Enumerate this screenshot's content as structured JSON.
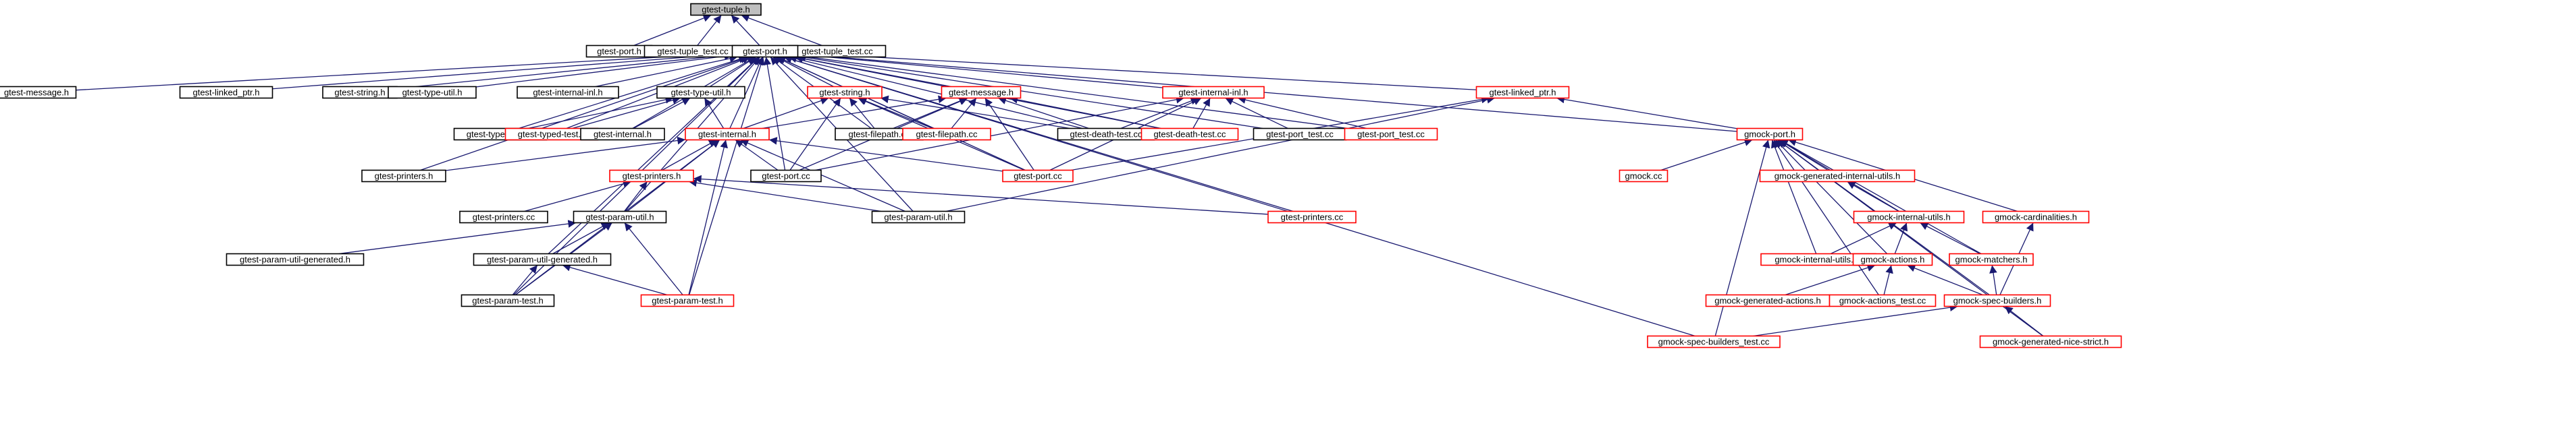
{
  "colors": {
    "root_fill": "#bfbfbf",
    "node_fill": "#ffffff",
    "black_border": "#000000",
    "red_border": "#ff0000",
    "edge": "#191970"
  },
  "nodes": [
    {
      "id": "n_root",
      "label": "gtest-tuple.h",
      "border": "black",
      "root": true
    },
    {
      "id": "n_port0",
      "label": "gtest-port.h",
      "border": "black"
    },
    {
      "id": "n_tupletestcc1",
      "label": "gtest-tuple_test.cc",
      "border": "black"
    },
    {
      "id": "n_tupletestcc2",
      "label": "gtest-tuple_test.cc",
      "border": "black"
    },
    {
      "id": "n_port",
      "label": "gtest-port.h",
      "border": "black"
    },
    {
      "id": "n_message",
      "label": "gtest-message.h",
      "border": "black"
    },
    {
      "id": "n_linked1",
      "label": "gtest-linked_ptr.h",
      "border": "black"
    },
    {
      "id": "n_string",
      "label": "gtest-string.h",
      "border": "black"
    },
    {
      "id": "n_typeutil1",
      "label": "gtest-type-util.h",
      "border": "black"
    },
    {
      "id": "n_internalinl1",
      "label": "gtest-internal-inl.h",
      "border": "black"
    },
    {
      "id": "n_typeutil2",
      "label": "gtest-type-util.h",
      "border": "black"
    },
    {
      "id": "n_stringred",
      "label": "gtest-string.h",
      "border": "red"
    },
    {
      "id": "n_messagered",
      "label": "gtest-message.h",
      "border": "red"
    },
    {
      "id": "n_internalinlred",
      "label": "gtest-internal-inl.h",
      "border": "red"
    },
    {
      "id": "n_linked2",
      "label": "gtest-linked_ptr.h",
      "border": "red"
    },
    {
      "id": "n_typedtest",
      "label": "gtest-typed-test.h",
      "border": "black"
    },
    {
      "id": "n_typedtestred",
      "label": "gtest-typed-test.h",
      "border": "red"
    },
    {
      "id": "n_internal",
      "label": "gtest-internal.h",
      "border": "black"
    },
    {
      "id": "n_filepath",
      "label": "gtest-filepath.cc",
      "border": "black"
    },
    {
      "id": "n_filepathred",
      "label": "gtest-filepath.cc",
      "border": "red"
    },
    {
      "id": "n_deathtest",
      "label": "gtest-death-test.cc",
      "border": "black"
    },
    {
      "id": "n_deathtestred",
      "label": "gtest-death-test.cc",
      "border": "red"
    },
    {
      "id": "n_porttest",
      "label": "gtest-port_test.cc",
      "border": "black"
    },
    {
      "id": "n_porttestred",
      "label": "gtest-port_test.cc",
      "border": "red"
    },
    {
      "id": "n_gmockport",
      "label": "gmock-port.h",
      "border": "red"
    },
    {
      "id": "n_internalred",
      "label": "gtest-internal.h",
      "border": "red"
    },
    {
      "id": "n_printers",
      "label": "gtest-printers.h",
      "border": "black"
    },
    {
      "id": "n_portcc",
      "label": "gtest-port.cc",
      "border": "black"
    },
    {
      "id": "n_portccred",
      "label": "gtest-port.cc",
      "border": "red"
    },
    {
      "id": "n_printersred",
      "label": "gtest-printers.h",
      "border": "red"
    },
    {
      "id": "n_gmockcc",
      "label": "gmock.cc",
      "border": "red"
    },
    {
      "id": "n_gmockgeninternal",
      "label": "gmock-generated-internal-utils.h",
      "border": "red"
    },
    {
      "id": "n_printerscc",
      "label": "gtest-printers.cc",
      "border": "black"
    },
    {
      "id": "n_paramutil1",
      "label": "gtest-param-util.h",
      "border": "black"
    },
    {
      "id": "n_paramutil2",
      "label": "gtest-param-util.h",
      "border": "black"
    },
    {
      "id": "n_printersccred",
      "label": "gtest-printers.cc",
      "border": "red"
    },
    {
      "id": "n_gmockinternalutils",
      "label": "gmock-internal-utils.h",
      "border": "red"
    },
    {
      "id": "n_gmockcard",
      "label": "gmock-cardinalities.h",
      "border": "red"
    },
    {
      "id": "n_paramutilgen1",
      "label": "gtest-param-util-generated.h",
      "border": "black"
    },
    {
      "id": "n_paramutilgen2",
      "label": "gtest-param-util-generated.h",
      "border": "black"
    },
    {
      "id": "n_gmockinternalutilscc",
      "label": "gmock-internal-utils.cc",
      "border": "red"
    },
    {
      "id": "n_gmockactions",
      "label": "gmock-actions.h",
      "border": "red"
    },
    {
      "id": "n_gmockmatchers",
      "label": "gmock-matchers.h",
      "border": "red"
    },
    {
      "id": "n_paramtest1",
      "label": "gtest-param-test.h",
      "border": "black"
    },
    {
      "id": "n_paramtestred",
      "label": "gtest-param-test.h",
      "border": "red"
    },
    {
      "id": "n_gmockgenactions",
      "label": "gmock-generated-actions.h",
      "border": "red"
    },
    {
      "id": "n_gmockactionstest",
      "label": "gmock-actions_test.cc",
      "border": "red"
    },
    {
      "id": "n_gmockspecbuilders",
      "label": "gmock-spec-builders.h",
      "border": "red"
    },
    {
      "id": "n_gmockspecbuilderstest",
      "label": "gmock-spec-builders_test.cc",
      "border": "red"
    },
    {
      "id": "n_gmockgennicestrict",
      "label": "gmock-generated-nice-strict.h",
      "border": "red"
    }
  ],
  "edges": [
    [
      "n_port0",
      "n_root"
    ],
    [
      "n_tupletestcc1",
      "n_root"
    ],
    [
      "n_port",
      "n_root"
    ],
    [
      "n_tupletestcc2",
      "n_root"
    ],
    [
      "n_message",
      "n_port"
    ],
    [
      "n_linked1",
      "n_port"
    ],
    [
      "n_string",
      "n_port"
    ],
    [
      "n_typeutil1",
      "n_port"
    ],
    [
      "n_internalinl1",
      "n_port"
    ],
    [
      "n_typeutil2",
      "n_port"
    ],
    [
      "n_stringred",
      "n_port"
    ],
    [
      "n_messagered",
      "n_port"
    ],
    [
      "n_internalinlred",
      "n_port"
    ],
    [
      "n_linked2",
      "n_port"
    ],
    [
      "n_typedtest",
      "n_port"
    ],
    [
      "n_typedtestred",
      "n_port"
    ],
    [
      "n_internal",
      "n_port"
    ],
    [
      "n_internalred",
      "n_port"
    ],
    [
      "n_filepath",
      "n_port"
    ],
    [
      "n_filepathred",
      "n_port"
    ],
    [
      "n_deathtest",
      "n_port"
    ],
    [
      "n_deathtestred",
      "n_port"
    ],
    [
      "n_porttest",
      "n_port"
    ],
    [
      "n_porttestred",
      "n_port"
    ],
    [
      "n_gmockport",
      "n_port"
    ],
    [
      "n_printers",
      "n_port"
    ],
    [
      "n_portcc",
      "n_port"
    ],
    [
      "n_portccred",
      "n_port"
    ],
    [
      "n_paramutil1",
      "n_port"
    ],
    [
      "n_paramutil2",
      "n_port"
    ],
    [
      "n_paramutilgen2",
      "n_port"
    ],
    [
      "n_paramtest1",
      "n_port"
    ],
    [
      "n_paramtestred",
      "n_port"
    ],
    [
      "n_gmockspecbuilderstest",
      "n_port"
    ],
    [
      "n_printersccred",
      "n_port"
    ],
    [
      "n_typedtest",
      "n_typeutil2"
    ],
    [
      "n_typedtestred",
      "n_typeutil2"
    ],
    [
      "n_internal",
      "n_typeutil2"
    ],
    [
      "n_internalred",
      "n_typeutil2"
    ],
    [
      "n_internalred",
      "n_stringred"
    ],
    [
      "n_filepath",
      "n_stringred"
    ],
    [
      "n_filepathred",
      "n_stringred"
    ],
    [
      "n_deathtest",
      "n_stringred"
    ],
    [
      "n_portcc",
      "n_stringred"
    ],
    [
      "n_portccred",
      "n_stringred"
    ],
    [
      "n_internalred",
      "n_messagered"
    ],
    [
      "n_filepath",
      "n_messagered"
    ],
    [
      "n_filepathred",
      "n_messagered"
    ],
    [
      "n_deathtest",
      "n_messagered"
    ],
    [
      "n_deathtestred",
      "n_messagered"
    ],
    [
      "n_portcc",
      "n_messagered"
    ],
    [
      "n_portccred",
      "n_messagered"
    ],
    [
      "n_deathtest",
      "n_internalinlred"
    ],
    [
      "n_deathtestred",
      "n_internalinlred"
    ],
    [
      "n_porttest",
      "n_internalinlred"
    ],
    [
      "n_porttestred",
      "n_internalinlred"
    ],
    [
      "n_portcc",
      "n_internalinlred"
    ],
    [
      "n_portccred",
      "n_internalinlred"
    ],
    [
      "n_gmockport",
      "n_linked2"
    ],
    [
      "n_portccred",
      "n_linked2"
    ],
    [
      "n_paramutil2",
      "n_linked2"
    ],
    [
      "n_printers",
      "n_internalred"
    ],
    [
      "n_portcc",
      "n_internalred"
    ],
    [
      "n_portccred",
      "n_internalred"
    ],
    [
      "n_printersred",
      "n_internalred"
    ],
    [
      "n_paramutil1",
      "n_internalred"
    ],
    [
      "n_paramutil2",
      "n_internalred"
    ],
    [
      "n_paramtest1",
      "n_internalred"
    ],
    [
      "n_paramtestred",
      "n_internalred"
    ],
    [
      "n_printerscc",
      "n_printersred"
    ],
    [
      "n_paramutil1",
      "n_printersred"
    ],
    [
      "n_paramutil2",
      "n_printersred"
    ],
    [
      "n_printersccred",
      "n_printersred"
    ],
    [
      "n_paramutilgen1",
      "n_paramutil1"
    ],
    [
      "n_paramutilgen2",
      "n_paramutil1"
    ],
    [
      "n_paramtest1",
      "n_paramutil1"
    ],
    [
      "n_paramtestred",
      "n_paramutil1"
    ],
    [
      "n_paramtest1",
      "n_paramutilgen2"
    ],
    [
      "n_paramtestred",
      "n_paramutilgen2"
    ],
    [
      "n_gmockcc",
      "n_gmockport"
    ],
    [
      "n_gmockgeninternal",
      "n_gmockport"
    ],
    [
      "n_gmockinternalutils",
      "n_gmockport"
    ],
    [
      "n_gmockcard",
      "n_gmockport"
    ],
    [
      "n_gmockinternalutilscc",
      "n_gmockport"
    ],
    [
      "n_gmockactions",
      "n_gmockport"
    ],
    [
      "n_gmockmatchers",
      "n_gmockport"
    ],
    [
      "n_gmockactionstest",
      "n_gmockport"
    ],
    [
      "n_gmockspecbuilders",
      "n_gmockport"
    ],
    [
      "n_gmockspecbuilderstest",
      "n_gmockport"
    ],
    [
      "n_gmockgennicestrict",
      "n_gmockport"
    ],
    [
      "n_gmockinternalutils",
      "n_gmockgeninternal"
    ],
    [
      "n_gmockinternalutilscc",
      "n_gmockinternalutils"
    ],
    [
      "n_gmockactions",
      "n_gmockinternalutils"
    ],
    [
      "n_gmockmatchers",
      "n_gmockinternalutils"
    ],
    [
      "n_gmockgenactions",
      "n_gmockactions"
    ],
    [
      "n_gmockactionstest",
      "n_gmockactions"
    ],
    [
      "n_gmockspecbuilders",
      "n_gmockactions"
    ],
    [
      "n_gmockspecbuilders",
      "n_gmockmatchers"
    ],
    [
      "n_gmockspecbuilders",
      "n_gmockcard"
    ],
    [
      "n_gmockspecbuilderstest",
      "n_gmockspecbuilders"
    ],
    [
      "n_gmockgennicestrict",
      "n_gmockspecbuilders"
    ]
  ]
}
